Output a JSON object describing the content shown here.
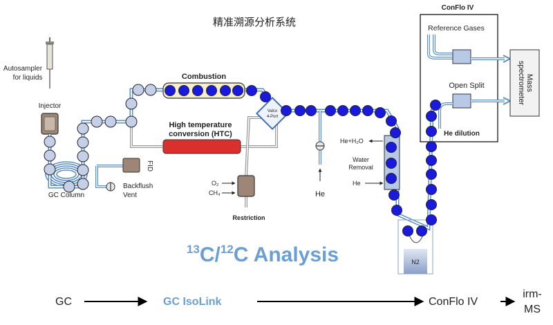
{
  "title": "精准溯源分析系统",
  "conflo_box": {
    "title": "ConFlo IV",
    "reference_gases": "Reference Gases",
    "open_split": "Open Split",
    "he_dilution": "He dilution"
  },
  "mass_spec": {
    "line1": "Mass",
    "line2": "spectrometer"
  },
  "autosampler": {
    "line1": "Autosampler",
    "line2": "for liquids"
  },
  "injector": "Injector",
  "gc_column": "GC Column",
  "fid": "FID",
  "backflush": {
    "line1": "Backflush",
    "line2": "Vent"
  },
  "combustion": "Combustion",
  "htc": {
    "line1": "High temperature",
    "line2": "conversion (HTC)"
  },
  "valco": {
    "line1": "Valco",
    "line2": "4-Port"
  },
  "gases": {
    "o2": "O₂",
    "ch4": "CH₄"
  },
  "restriction": "Restriction",
  "he_inlet": "He",
  "water_removal": {
    "he_h2o": "He+H₂O",
    "line1": "Water",
    "line2": "Removal",
    "he": "He"
  },
  "n2": "N2",
  "analysis_title": {
    "c13": "13",
    "c12": "12",
    "text": "C Analysis",
    "mid": "C/"
  },
  "flow": {
    "gc": "GC",
    "isolink": "GC IsoLink",
    "conflo": "ConFlo IV",
    "irm_line1": "irm-",
    "irm_line2": "MS"
  },
  "colors": {
    "blue_ball": "#1a1adc",
    "grey_ball": "#c5d0e6",
    "tube": "#5b8fc8",
    "accent_text": "#6a9fd6",
    "htc_red": "#d9302c",
    "combustion_fill": "#f6efc9"
  }
}
